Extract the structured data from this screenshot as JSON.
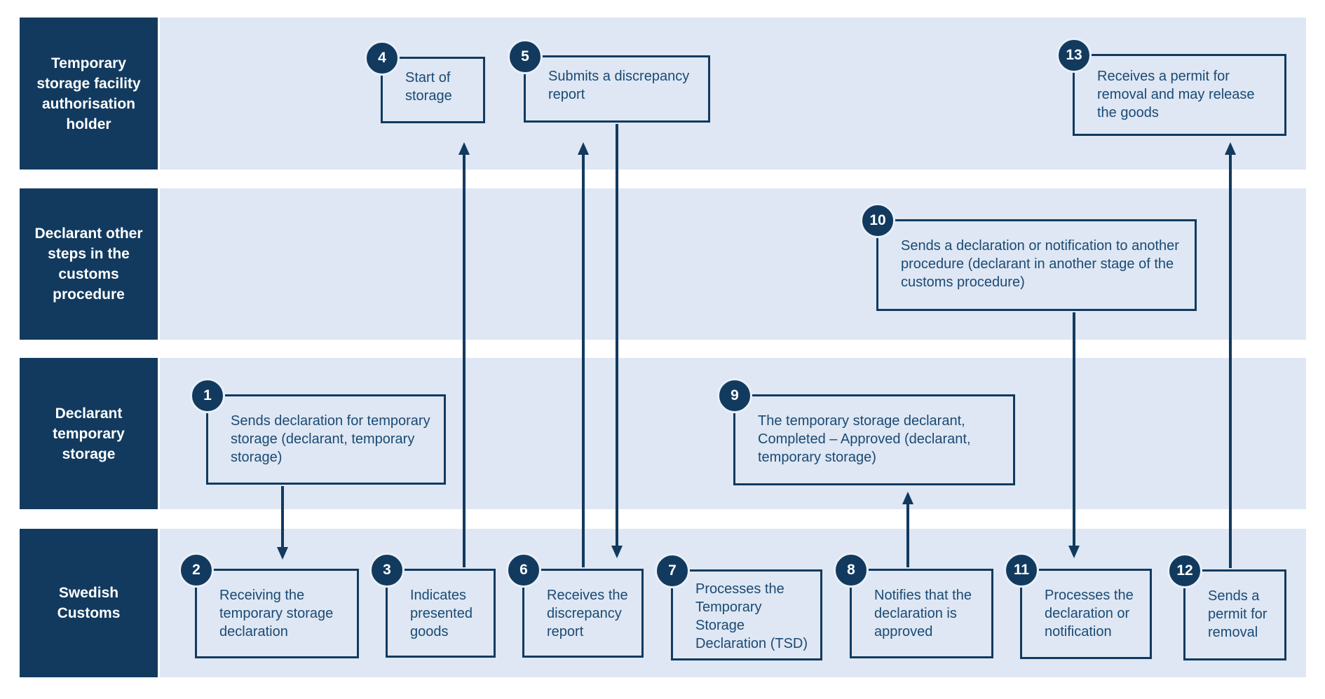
{
  "colors": {
    "navy": "#123a5f",
    "lane_band": "#dee7f3",
    "box_fill": "#dee7f3",
    "box_text": "#1b4a74",
    "background": "#ffffff",
    "lane_label_text": "#ffffff"
  },
  "lanes": [
    {
      "label": "Temporary storage facility authorisation holder"
    },
    {
      "label": "Declarant other steps in the customs procedure"
    },
    {
      "label": "Declarant temporary storage"
    },
    {
      "label": "Swedish Customs"
    }
  ],
  "steps": [
    {
      "number": "1",
      "lane": "Declarant temporary storage",
      "text": "Sends declaration for temporary storage (declarant, temporary storage)"
    },
    {
      "number": "2",
      "lane": "Swedish Customs",
      "text": "Receiving the temporary storage declaration"
    },
    {
      "number": "3",
      "lane": "Swedish Customs",
      "text": "Indicates presented goods"
    },
    {
      "number": "4",
      "lane": "Temporary storage facility authorisation holder",
      "text": "Start of storage"
    },
    {
      "number": "5",
      "lane": "Temporary storage facility authorisation holder",
      "text": "Submits a discrepancy report"
    },
    {
      "number": "6",
      "lane": "Swedish Customs",
      "text": "Receives the discrepancy report"
    },
    {
      "number": "7",
      "lane": "Swedish Customs",
      "text": "Processes the Temporary Storage Declaration (TSD)"
    },
    {
      "number": "8",
      "lane": "Swedish Customs",
      "text": "Notifies that the declaration is approved"
    },
    {
      "number": "9",
      "lane": "Declarant temporary storage",
      "text": "The temporary storage declarant, Completed – Approved (declarant, temporary storage)"
    },
    {
      "number": "10",
      "lane": "Declarant other steps in the customs procedure",
      "text": "Sends a declaration or notification to another procedure (declarant in another stage of the customs procedure)"
    },
    {
      "number": "11",
      "lane": "Swedish Customs",
      "text": "Processes the declaration or notification"
    },
    {
      "number": "12",
      "lane": "Swedish Customs",
      "text": "Sends a permit for removal"
    },
    {
      "number": "13",
      "lane": "Temporary storage facility authorisation holder",
      "text": "Receives a permit for removal and may release the goods"
    }
  ],
  "arrows": [
    {
      "from": "1",
      "to": "2",
      "direction": "down"
    },
    {
      "from": "3",
      "to": "4",
      "direction": "up"
    },
    {
      "from": "6",
      "to": "5",
      "direction": "up"
    },
    {
      "from": "5",
      "to": "6",
      "direction": "down"
    },
    {
      "from": "8",
      "to": "9",
      "direction": "up"
    },
    {
      "from": "10",
      "to": "11",
      "direction": "down"
    },
    {
      "from": "12",
      "to": "13",
      "direction": "up"
    }
  ]
}
